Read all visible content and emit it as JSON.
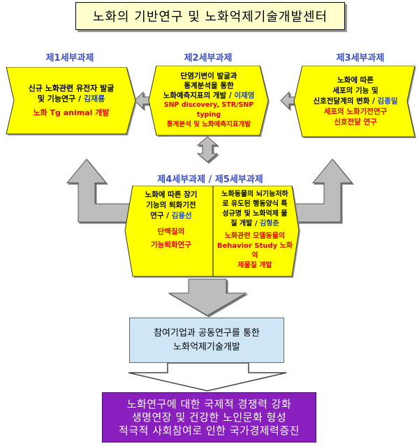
{
  "title": "노화의 기반연구 및 노화억제기술개발센터",
  "project1": {
    "heading": "제1세부과제",
    "line1": "신규 노화관련 유전자 발굴",
    "line2": "및 기능연구 /",
    "researcher": "김재룡",
    "sub": "노화 Tg animal 개발"
  },
  "project2": {
    "heading": "제2세부과제",
    "line1": "단염기변이 발굴과",
    "line2": "통계분석을 통한",
    "line3": "노화예측지표의 개발 /",
    "researcher": "이재영",
    "sub1": "SNP discovery, STR/SNP typing",
    "sub2": "통계분석 및 노화예측지표개발"
  },
  "project3": {
    "heading": "제3세부과제",
    "line1": "노화에 따른",
    "line2": "세포의 기능 및",
    "line3": "신호전달계의 변화 /",
    "researcher": "김종일",
    "sub1": "세포의 노화기전연구",
    "sub2": "신호전달 연구"
  },
  "project45": {
    "heading": "제4세부과제 / 제5세부과제",
    "left": {
      "line1": "노화에 따른 장기",
      "line2": "기능의 퇴화기전",
      "line3": "연구 /",
      "researcher": "김용선",
      "sub1": "단백질의",
      "sub2": "기능퇴화연구"
    },
    "right": {
      "line1": "노화동물의 뇌기능저하",
      "line2": "로 유도된 행동양식 특",
      "line3": "성규명 및 노화억제 물",
      "line4": "질 개발 /",
      "researcher": "김형춘",
      "sub1": "노화관련 모델동물의",
      "sub2": "Behavior Study 노화억",
      "sub3": "제물질 개발"
    }
  },
  "cooperation": {
    "line1": "참여기업과 공동연구를 통한",
    "line2": "노화억제기술개발"
  },
  "goal": {
    "line1": "노화연구에 대한 국제적 경쟁력 강화",
    "line2": "생명연장 및 건강한 노인문화 형성",
    "line3": "적극적 사회참여로 인한 국가경제력증진"
  },
  "colors": {
    "hexagon_fill": "#ffff00",
    "arrow_fill": "#bdbdbd",
    "heading_blue": "#3a4fcf",
    "researcher_blue": "#1b3fbf",
    "sub_red": "#e00000",
    "goal_purple": "#8a1fbf"
  }
}
